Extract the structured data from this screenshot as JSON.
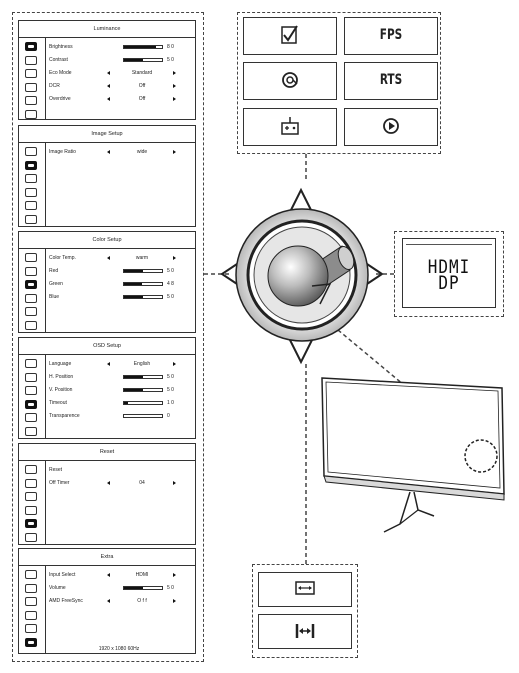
{
  "panels": [
    {
      "title": "Luminance",
      "active_icon": 0,
      "rows": [
        {
          "label": "Brightness",
          "kind": "bar",
          "level": 0.85,
          "value": "8 0"
        },
        {
          "label": "Contrast",
          "kind": "bar",
          "level": 0.5,
          "value": "5 0"
        },
        {
          "label": "Eco Mode",
          "kind": "option",
          "value": "Standard"
        },
        {
          "label": "DCR",
          "kind": "option",
          "value": "Off"
        },
        {
          "label": "Overdrive",
          "kind": "option",
          "value": "Off"
        }
      ]
    },
    {
      "title": "Image Setup",
      "active_icon": 1,
      "rows": [
        {
          "label": "Image Ratio",
          "kind": "option",
          "value": "wide"
        }
      ]
    },
    {
      "title": "Color Setup",
      "active_icon": 2,
      "rows": [
        {
          "label": "Color Temp.",
          "kind": "option",
          "value": "warm"
        },
        {
          "label": "Red",
          "kind": "bar",
          "level": 0.5,
          "value": "5 0"
        },
        {
          "label": "Green",
          "kind": "bar",
          "level": 0.48,
          "value": "4 8"
        },
        {
          "label": "Blue",
          "kind": "bar",
          "level": 0.5,
          "value": "5 0"
        }
      ]
    },
    {
      "title": "OSD Setup",
      "active_icon": 3,
      "rows": [
        {
          "label": "Language",
          "kind": "option",
          "value": "English"
        },
        {
          "label": "H. Position",
          "kind": "bar",
          "level": 0.5,
          "value": "5 0"
        },
        {
          "label": "V. Position",
          "kind": "bar",
          "level": 0.5,
          "value": "5 0"
        },
        {
          "label": "Timeout",
          "kind": "bar",
          "level": 0.1,
          "value": "1 0"
        },
        {
          "label": "Transparence",
          "kind": "bar",
          "level": 0.0,
          "value": "0"
        }
      ]
    },
    {
      "title": "Reset",
      "active_icon": 4,
      "rows": [
        {
          "label": "Reset",
          "kind": "text",
          "value": ""
        },
        {
          "label": "Off Timer",
          "kind": "option",
          "value": "04"
        }
      ]
    },
    {
      "title": "Extra",
      "active_icon": 5,
      "rows": [
        {
          "label": "Input Select",
          "kind": "option",
          "value": "HDMI"
        },
        {
          "label": "Volume",
          "kind": "bar",
          "level": 0.5,
          "value": "5 0"
        },
        {
          "label": "AMD FreeSync",
          "kind": "option",
          "value": "O f f"
        }
      ],
      "footer": "1920 x 1080  60Hz"
    }
  ],
  "modes": [
    {
      "id": "standard",
      "icon": "checkmark-box-icon",
      "text": ""
    },
    {
      "id": "fps",
      "icon": "",
      "text": "FPS"
    },
    {
      "id": "movie",
      "icon": "at-spiral-icon",
      "text": ""
    },
    {
      "id": "rts",
      "icon": "",
      "text": "RTS"
    },
    {
      "id": "game",
      "icon": "gamepad-icon",
      "text": ""
    },
    {
      "id": "eco",
      "icon": "play-circle-icon",
      "text": ""
    }
  ],
  "input_display": {
    "line1": "HDMI",
    "line2": "DP"
  },
  "aspect_ratio": [
    {
      "icon": "arrow-wide-icon"
    },
    {
      "icon": "arrow-fit-icon"
    }
  ]
}
